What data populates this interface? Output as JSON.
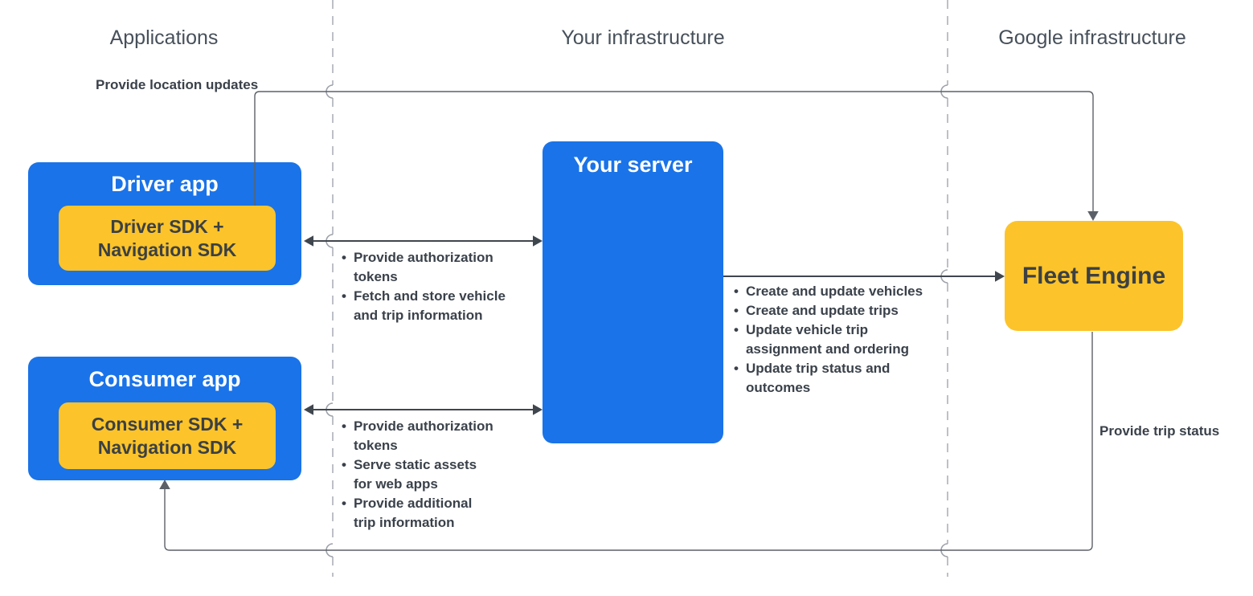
{
  "columns": [
    {
      "label": "Applications"
    },
    {
      "label": "Your infrastructure"
    },
    {
      "label": "Google infrastructure"
    }
  ],
  "nodes": {
    "driver_app": {
      "title": "Driver app",
      "sdk": "Driver SDK +\nNavigation SDK"
    },
    "consumer_app": {
      "title": "Consumer app",
      "sdk": "Consumer SDK +\nNavigation SDK"
    },
    "your_server": {
      "title": "Your server"
    },
    "fleet_engine": {
      "title": "Fleet Engine"
    }
  },
  "edges": {
    "location_updates_label": "Provide location updates",
    "trip_status_label": "Provide trip status",
    "driver_server_bullets": [
      "Provide authorization\ntokens",
      "Fetch and store vehicle\nand trip information"
    ],
    "consumer_server_bullets": [
      "Provide authorization\ntokens",
      "Serve static assets\nfor web apps",
      "Provide additional\ntrip information"
    ],
    "server_fleet_bullets": [
      "Create and update vehicles",
      "Create and update trips",
      "Update vehicle trip\nassignment and ordering",
      "Update trip status and\noutcomes"
    ]
  },
  "colors": {
    "blue": "#1A73E8",
    "yellow": "#FCC42A",
    "node-text": "#3C4043",
    "title-text": "#FFFFFF",
    "header-text": "#47505A",
    "label-text": "#3A414A",
    "line": "#40464E",
    "loop-line": "#5B6068",
    "dash": "#ADB1B9",
    "hop": "#9CA1A9",
    "bg": "#FFFFFF"
  }
}
